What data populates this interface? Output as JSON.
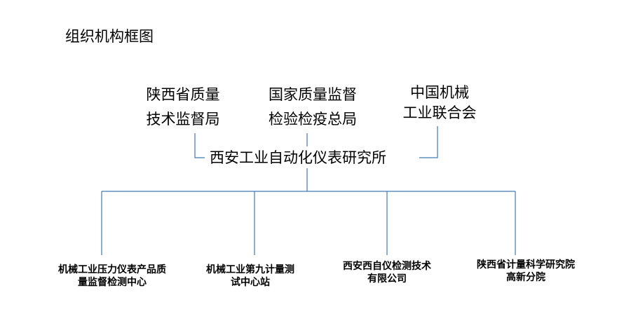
{
  "title": "组织机构框图",
  "top_nodes": [
    {
      "lines": [
        "陕西省质量",
        "技术监督局"
      ]
    },
    {
      "lines": [
        "国家质量监督",
        "检验检疫总局"
      ]
    },
    {
      "lines": [
        "中国机械",
        "工业联合会"
      ]
    }
  ],
  "center_node": "西安工业自动化仪表研究所",
  "bottom_nodes": [
    {
      "lines": [
        "机械工业压力仪表产品质",
        "量监督检测中心"
      ]
    },
    {
      "lines": [
        "机械工业第九计量测",
        "试中心站"
      ]
    },
    {
      "lines": [
        "西安西自仪检测技术",
        "有限公司"
      ]
    },
    {
      "lines": [
        "陕西省计量科学研究院",
        "高新分院"
      ]
    }
  ],
  "colors": {
    "connector": "#3e7ab3",
    "text": "#000000",
    "background": "#ffffff"
  }
}
